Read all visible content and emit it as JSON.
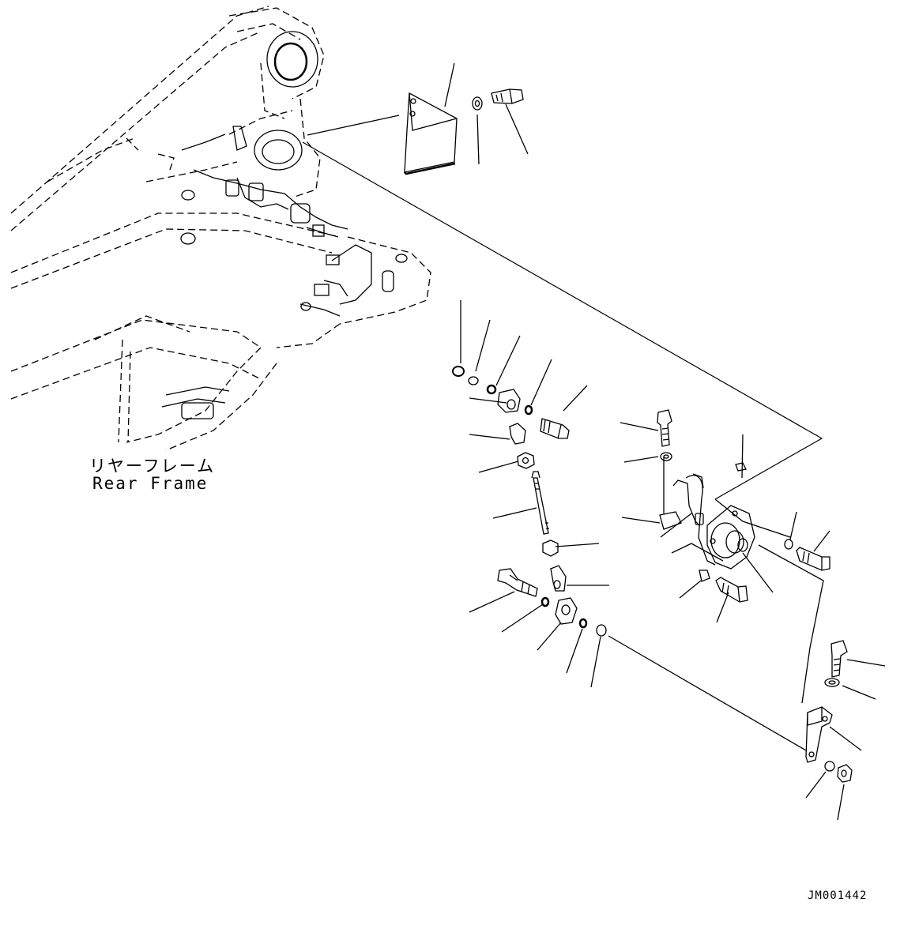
{
  "annotations": {
    "rear_frame_jp": "リヤーフレーム",
    "rear_frame_en": "Rear Frame",
    "drawing_id": "JM001442"
  }
}
